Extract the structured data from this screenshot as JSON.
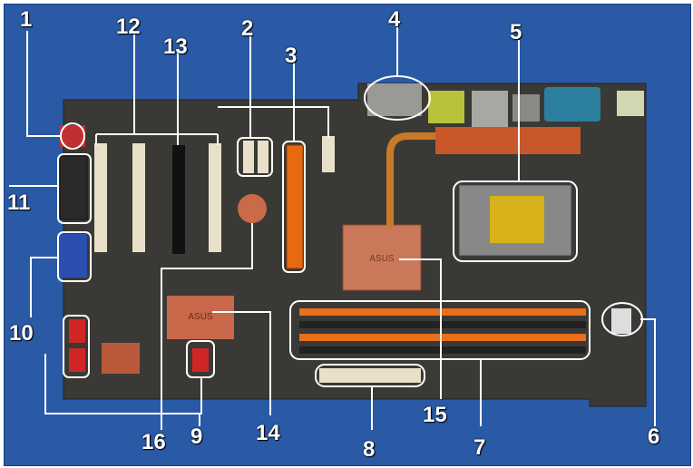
{
  "labels": {
    "n1": "1",
    "n2": "2",
    "n3": "3",
    "n4": "4",
    "n5": "5",
    "n6": "6",
    "n7": "7",
    "n8": "8",
    "n9": "9",
    "n10": "10",
    "n11": "11",
    "n12": "12",
    "n13": "13",
    "n14": "14",
    "n15": "15",
    "n16": "16"
  },
  "chip_markings": {
    "northbridge": "ASUS",
    "southbridge": "ASUS"
  },
  "colors": {
    "background": "#2a5aa6",
    "board": "#3b3b38",
    "callout": "#ffffff",
    "pcie_x16": "#e86a10",
    "dimm": "#e8701a",
    "heatsink": "#c86a45"
  }
}
